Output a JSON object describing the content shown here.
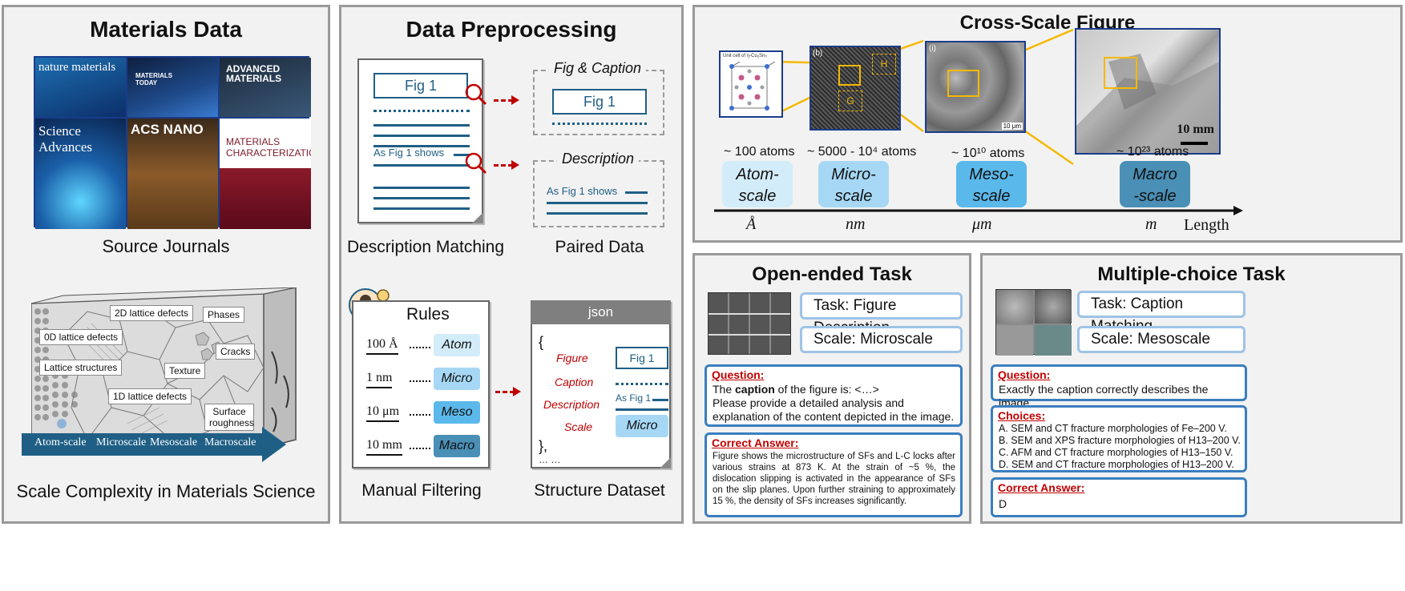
{
  "panels": {
    "materials": {
      "title": "Materials Data",
      "journals_caption": "Source Journals",
      "scale_caption": "Scale Complexity in Materials Science",
      "journals": [
        "nature materials",
        "MATERIALS TODAY",
        "ADVANCED MATERIALS",
        "Science Advances",
        "ACS NANO",
        "MATERIALS CHARACTERIZATION"
      ],
      "defects": [
        "2D lattice defects",
        "Phases",
        "0D lattice defects",
        "Cracks",
        "Lattice structures",
        "Texture",
        "1D lattice defects",
        "Surface roughness"
      ],
      "scale_axis": [
        "Atom-scale",
        "Microscale",
        "Mesoscale",
        "Macroscale"
      ]
    },
    "preprocess": {
      "title": "Data Preprocessing",
      "fig_label": "Fig 1",
      "shows_label": "As Fig 1 shows",
      "fig_caption_label": "Fig & Caption",
      "description_label": "Description",
      "description_matching": "Description Matching",
      "paired_data": "Paired Data",
      "rules_title": "Rules",
      "rules": [
        {
          "value": "100 Å",
          "scale": "Atom",
          "color": "#d3ecf9"
        },
        {
          "value": "1 nm",
          "scale": "Micro",
          "color": "#a6d8f5"
        },
        {
          "value": "10 μm",
          "scale": "Meso",
          "color": "#5bb8ea"
        },
        {
          "value": "10 mm",
          "scale": "Macro",
          "color": "#4a8fb5"
        }
      ],
      "json_label": "json",
      "json_open": "{",
      "json_close": "},",
      "json_more": "… …",
      "json_fields": [
        "Figure",
        "Caption",
        "Description",
        "Scale"
      ],
      "json_scale_value": "Micro",
      "json_fig_value": "Fig 1",
      "json_desc_value": "As Fig 1",
      "manual_filtering": "Manual Filtering",
      "structure_dataset": "Structure Dataset"
    },
    "cross_scale": {
      "title": "Cross-Scale Figure",
      "inset_labels": {
        "b": "(b)",
        "i": "(i)",
        "H": "H",
        "G": "G",
        "scalebar_micro": "10 μm",
        "scalebar_macro": "10 mm",
        "unit_cell": "Unit cell of η-Cu₆Sn₅"
      },
      "scales": [
        {
          "count": "~ 100 atoms",
          "label_line1": "Atom-",
          "label_line2": "scale",
          "unit": "Å",
          "color": "#d3ecf9"
        },
        {
          "count": "~ 5000 - 10⁴ atoms",
          "label_line1": "Micro-",
          "label_line2": "scale",
          "unit": "nm",
          "color": "#a6d8f5"
        },
        {
          "count": "~ 10¹⁰ atoms",
          "label_line1": "Meso-",
          "label_line2": "scale",
          "unit": "μm",
          "color": "#5bb8ea"
        },
        {
          "count": "~ 10²³ atoms",
          "label_line1": "Macro",
          "label_line2": "-scale",
          "unit": "m",
          "color": "#4a8fb5"
        }
      ],
      "axis_label": "Length"
    },
    "open_ended": {
      "title": "Open-ended Task",
      "task": "Task: Figure Description",
      "scale": "Scale: Microscale",
      "question_head": "Question:",
      "question_pre": "The ",
      "question_bold": "caption",
      "question_post": " of the figure is: <…>",
      "question_line2": "Please provide a detailed analysis and explanation of the content depicted in the image.",
      "answer_head": "Correct Answer:",
      "answer_text": "Figure shows the microstructure of SFs and L-C locks after various strains at 873 K. At the strain of ~5 %, the dislocation slipping is activated in the appearance of SFs on the slip planes. Upon further straining to approximately 15 %, the density of SFs increases significantly."
    },
    "multiple_choice": {
      "title": "Multiple-choice Task",
      "task": "Task: Caption Matching",
      "scale": "Scale: Mesoscale",
      "question_head": "Question:",
      "question_text": "Exactly the caption correctly describes the image.",
      "choices_head": "Choices:",
      "choices": [
        "A. SEM and CT fracture morphologies of Fe–200 V.",
        "B. SEM and XPS fracture morphologies of  H13–200 V.",
        "C. AFM and CT fracture morphologies of H13–150 V.",
        "D. SEM and CT fracture morphologies of  H13–200 V."
      ],
      "answer_head": "Correct Answer:",
      "answer_text": "D"
    }
  },
  "colors": {
    "panel_bg": "#f2f2f2",
    "panel_border": "#9a9a9a",
    "accent_blue": "#1f5f86",
    "red": "#c00000",
    "box_blue": "#3a7ebf",
    "highlight": "#f5b800"
  }
}
